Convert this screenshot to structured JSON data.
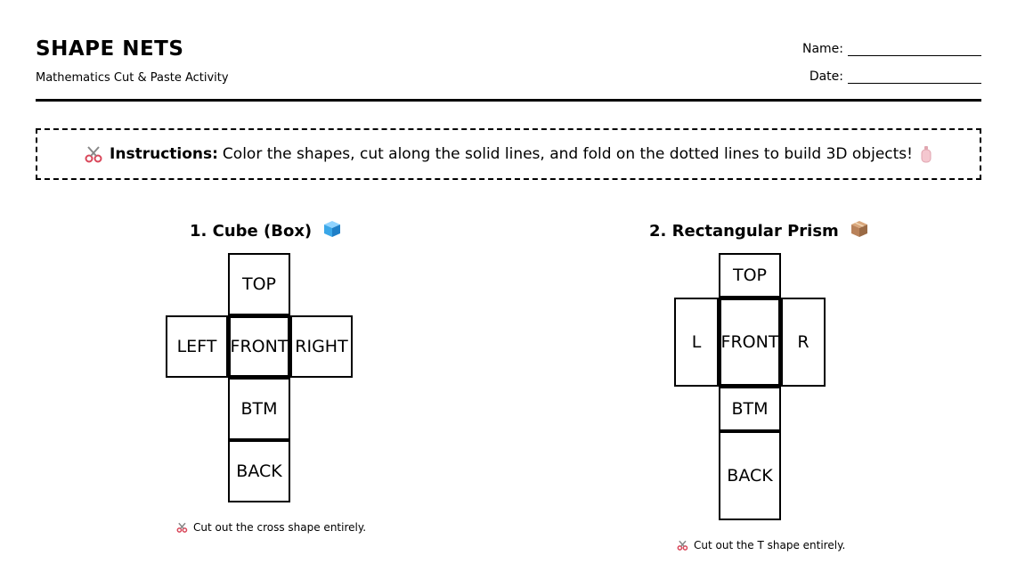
{
  "header": {
    "title": "SHAPE NETS",
    "subtitle": "Mathematics Cut & Paste Activity",
    "name_label": "Name:",
    "date_label": "Date:"
  },
  "instructions": {
    "label": "Instructions:",
    "text": "Color the shapes, cut along the solid lines, and fold on the dotted lines to build 3D objects!",
    "icon_start": "scissors-icon",
    "icon_end": "glue-bottle-icon"
  },
  "cube": {
    "title": "1. Cube (Box)",
    "icon": "blue-cube-icon",
    "faces": {
      "top": "TOP",
      "left": "LEFT",
      "front": "FRONT",
      "right": "RIGHT",
      "bottom": "BTM",
      "back": "BACK"
    },
    "note": "Cut out the cross shape entirely."
  },
  "prism": {
    "title": "2. Rectangular Prism",
    "icon": "package-box-icon",
    "faces": {
      "top": "TOP",
      "left": "L",
      "front": "FRONT",
      "right": "R",
      "bottom": "BTM",
      "back": "BACK"
    },
    "note": "Cut out the T shape entirely."
  },
  "colors": {
    "accent_scissors": "#d9475a",
    "cube_icon": "#3aa7e8",
    "box_icon": "#b9825a"
  }
}
